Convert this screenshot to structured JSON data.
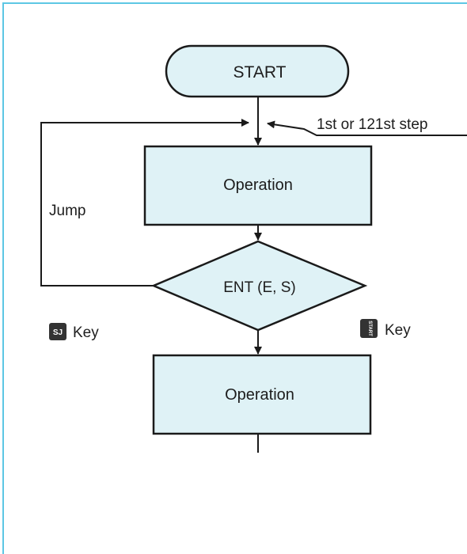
{
  "colors": {
    "frame": "#5dc7e4",
    "box_fill": "#dff2f6",
    "stroke": "#1a1a1a",
    "key_fill": "#333333",
    "key_text": "#ffffff"
  },
  "nodes": {
    "start": "START",
    "operation_1": "Operation",
    "decision": "ENT (E, S)",
    "operation_2": "Operation"
  },
  "labels": {
    "entry_note": "1st or 121st step",
    "jump": "Jump",
    "sj_key_cap": "SJ",
    "sj_key_word": "Key",
    "start_key_cap": "START",
    "start_key_word": "Key"
  },
  "icons": {
    "sj_key": "sj-key-icon",
    "start_key": "start-key-icon"
  }
}
